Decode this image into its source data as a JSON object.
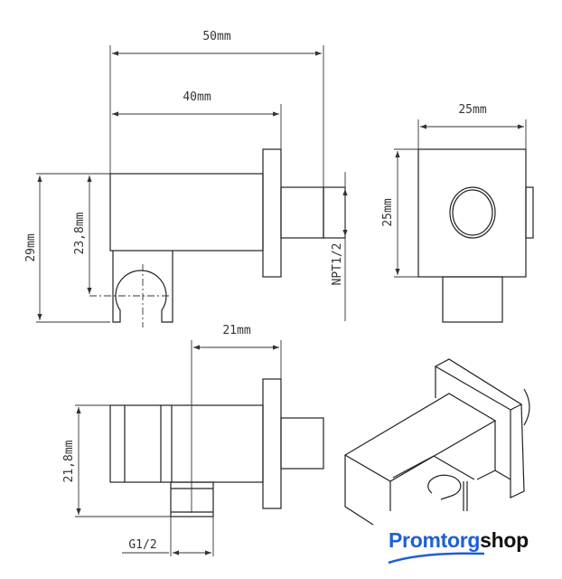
{
  "drawing": {
    "side_view": {
      "dim_total_length": "50mm",
      "dim_body_length": "40mm",
      "dim_height": "29mm",
      "dim_hook_center": "23,8mm",
      "thread_label": "NPT1/2"
    },
    "front_view": {
      "dim_width": "25mm",
      "dim_height": "25mm"
    },
    "top_view": {
      "dim_outlet_offset": "21mm",
      "dim_height": "21,8mm",
      "outlet_thread_label": "G1/2"
    }
  },
  "logo": {
    "brand_part": "Promtorg",
    "suffix_part": "shop",
    "brand_color": "#1f5fd1"
  }
}
